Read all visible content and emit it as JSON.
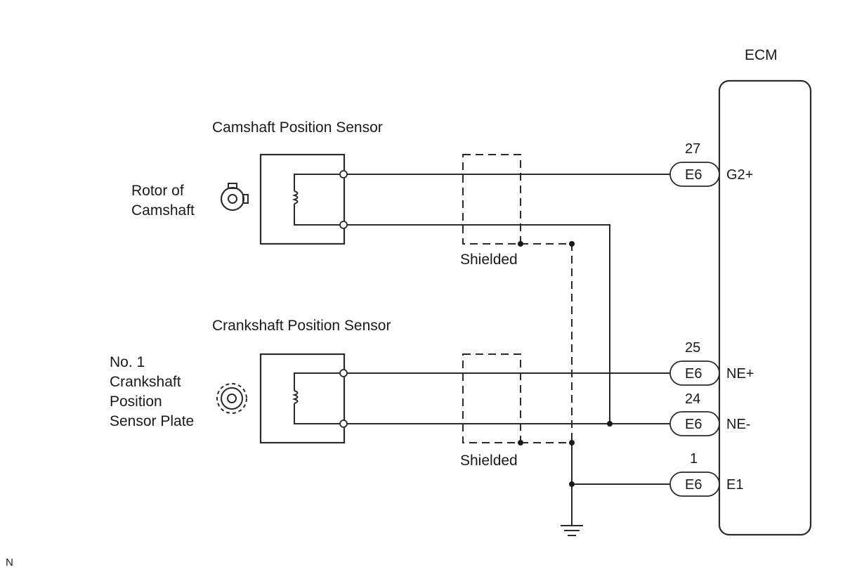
{
  "ecm": {
    "title": "ECM"
  },
  "camshaft_sensor": {
    "title": "Camshaft Position Sensor",
    "rotor_label_line1": "Rotor of",
    "rotor_label_line2": "Camshaft",
    "shield_label": "Shielded"
  },
  "crankshaft_sensor": {
    "title": "Crankshaft Position Sensor",
    "plate_label_line1": "No. 1",
    "plate_label_line2": "Crankshaft",
    "plate_label_line3": "Position",
    "plate_label_line4": "Sensor Plate",
    "shield_label": "Shielded"
  },
  "connections": [
    {
      "pin": "27",
      "connector": "E6",
      "signal": "G2+"
    },
    {
      "pin": "25",
      "connector": "E6",
      "signal": "NE+"
    },
    {
      "pin": "24",
      "connector": "E6",
      "signal": "NE-"
    },
    {
      "pin": "1",
      "connector": "E6",
      "signal": "E1"
    }
  ],
  "corner_code": "N"
}
